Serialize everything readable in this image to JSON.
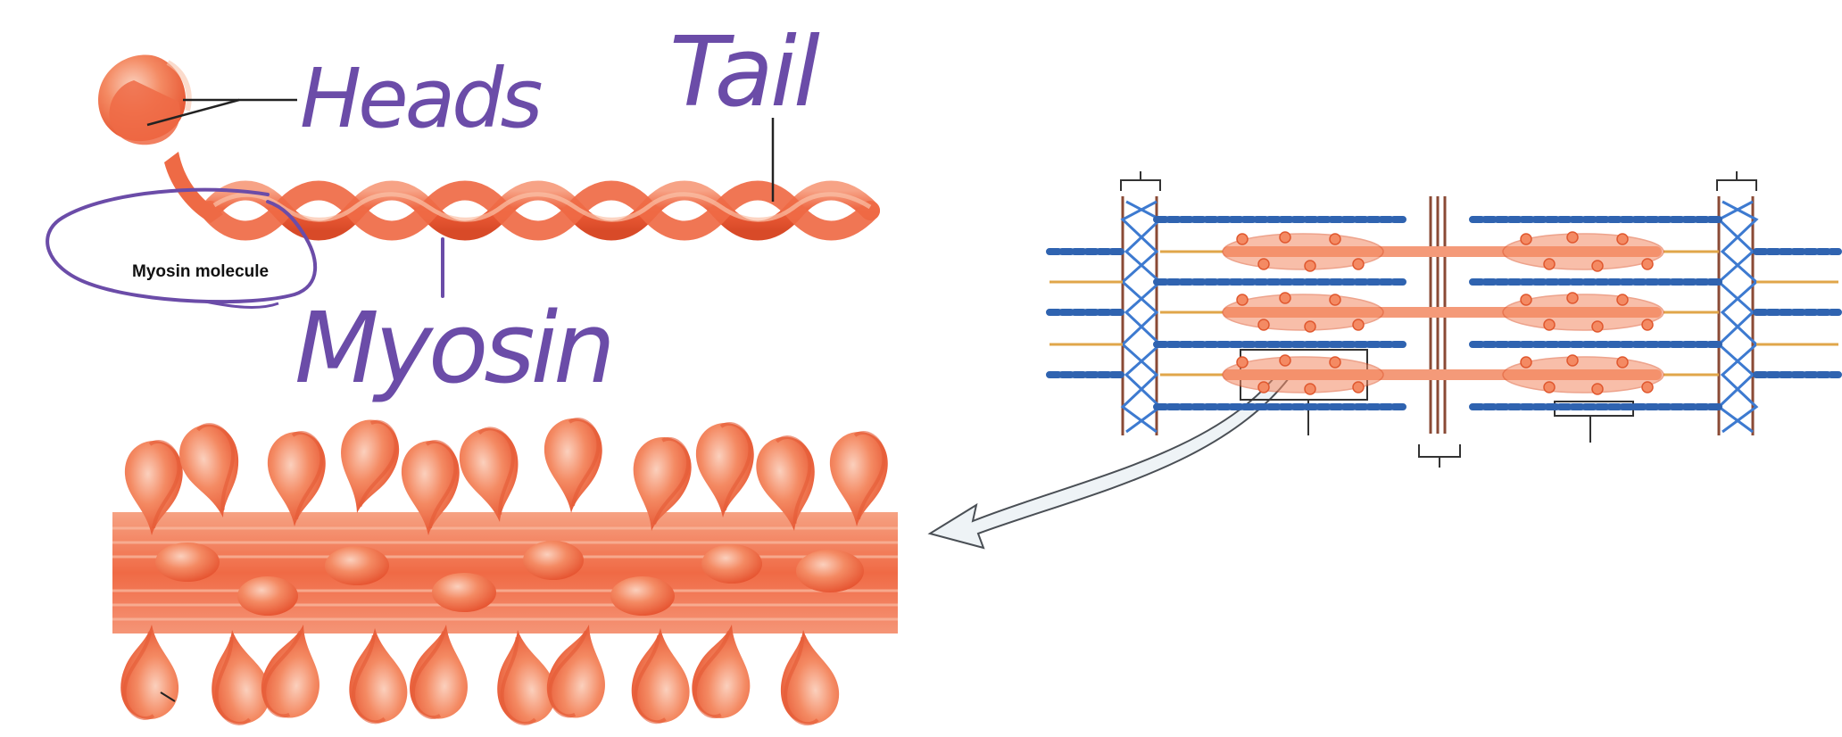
{
  "annotations": {
    "heads": "Heads",
    "tail": "Tail",
    "myosin": "Myosin"
  },
  "labels": {
    "myosin_molecule": "Myosin molecule"
  },
  "colors": {
    "myosin": "#f0643f",
    "myosin_light": "#f8a98a",
    "myosin_dark": "#d94a28",
    "actin": "#2f63b0",
    "titin": "#e0a64a",
    "z_disc": "#8a4a35",
    "pen": "#6b4ca8",
    "pointer_line": "#222222",
    "arrow_fill": "#eef3f6",
    "arrow_stroke": "#4a4f55"
  },
  "icons": {
    "zoom_arrow": "curved-arrow-icon",
    "pointer": "leader-line-icon"
  }
}
